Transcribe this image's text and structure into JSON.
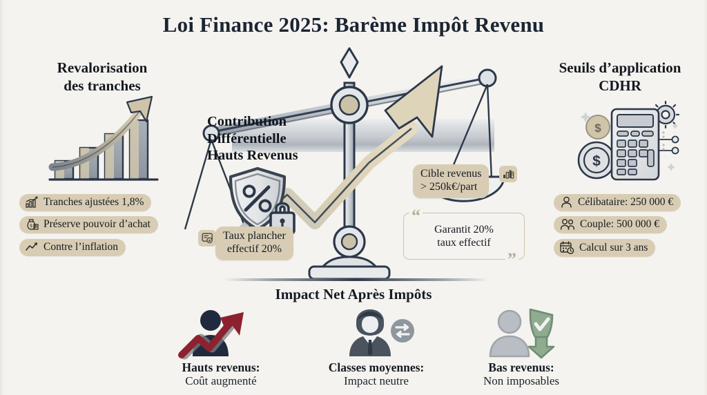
{
  "title": "Loi Finance 2025: Barème Impôt Revenu",
  "colors": {
    "background": "#f5f3ef",
    "ink": "#2c3849",
    "pill": "#d8cdb4",
    "beige": "#d6c9ac",
    "silver": "#b9bfc6",
    "red": "#8c2230",
    "green": "#7f9f82"
  },
  "left_column": {
    "heading": "Revalorisation\ndes tranches",
    "heading_line1": "Revalorisation",
    "heading_line2": "des tranches",
    "illustration": "growth-bar-chart-with-arrow",
    "pills": [
      {
        "icon": "bar-chart-growth-icon",
        "label": "Tranches ajustées 1,8%"
      },
      {
        "icon": "money-bag-icon",
        "label": "Préserve pouvoir d’achat"
      },
      {
        "icon": "trend-up-arrow-icon",
        "label": "Contre l’inflation"
      }
    ]
  },
  "right_column": {
    "heading_line1": "Seuils d’application",
    "heading_line2": "CDHR",
    "illustration": "calculator-with-gear-and-coins",
    "pills": [
      {
        "icon": "single-person-icon",
        "label": "Célibataire: 250 000 €"
      },
      {
        "icon": "two-persons-icon",
        "label": "Couple: 500 000 €"
      },
      {
        "icon": "calendar-clock-icon",
        "label": "Calcul sur 3 ans"
      }
    ]
  },
  "center": {
    "heading_line1": "Contribution",
    "heading_line2": "Différentielle",
    "heading_line3": "Hauts Revenus",
    "illustration": "balance-scale-with-rising-arrow",
    "shield_icon": "shield-percent-lock-icon",
    "callouts": [
      {
        "id": "floor",
        "icon": "tax-badge-icon",
        "line1": "Taux plancher",
        "line2": "effectif 20%"
      },
      {
        "id": "target",
        "icon": "bar-chart-badge-icon",
        "line1": "Cible revenus",
        "line2": "> 250k€/part"
      }
    ],
    "quote": {
      "open_mark": "“",
      "close_mark": "”",
      "line1": "Garantit 20%",
      "line2": "taux effectif"
    }
  },
  "bottom": {
    "heading": "Impact Net Après Impôts",
    "personas": [
      {
        "icon": "person-dark-with-red-up-arrow-icon",
        "title": "Hauts revenus:",
        "subtitle": "Coût augmenté"
      },
      {
        "icon": "person-suit-with-exchange-arrows-icon",
        "title": "Classes moyennes:",
        "subtitle": "Impact neutre"
      },
      {
        "icon": "person-grey-with-green-shield-down-arrow-icon",
        "title": "Bas revenus:",
        "subtitle": "Non imposables"
      }
    ]
  }
}
